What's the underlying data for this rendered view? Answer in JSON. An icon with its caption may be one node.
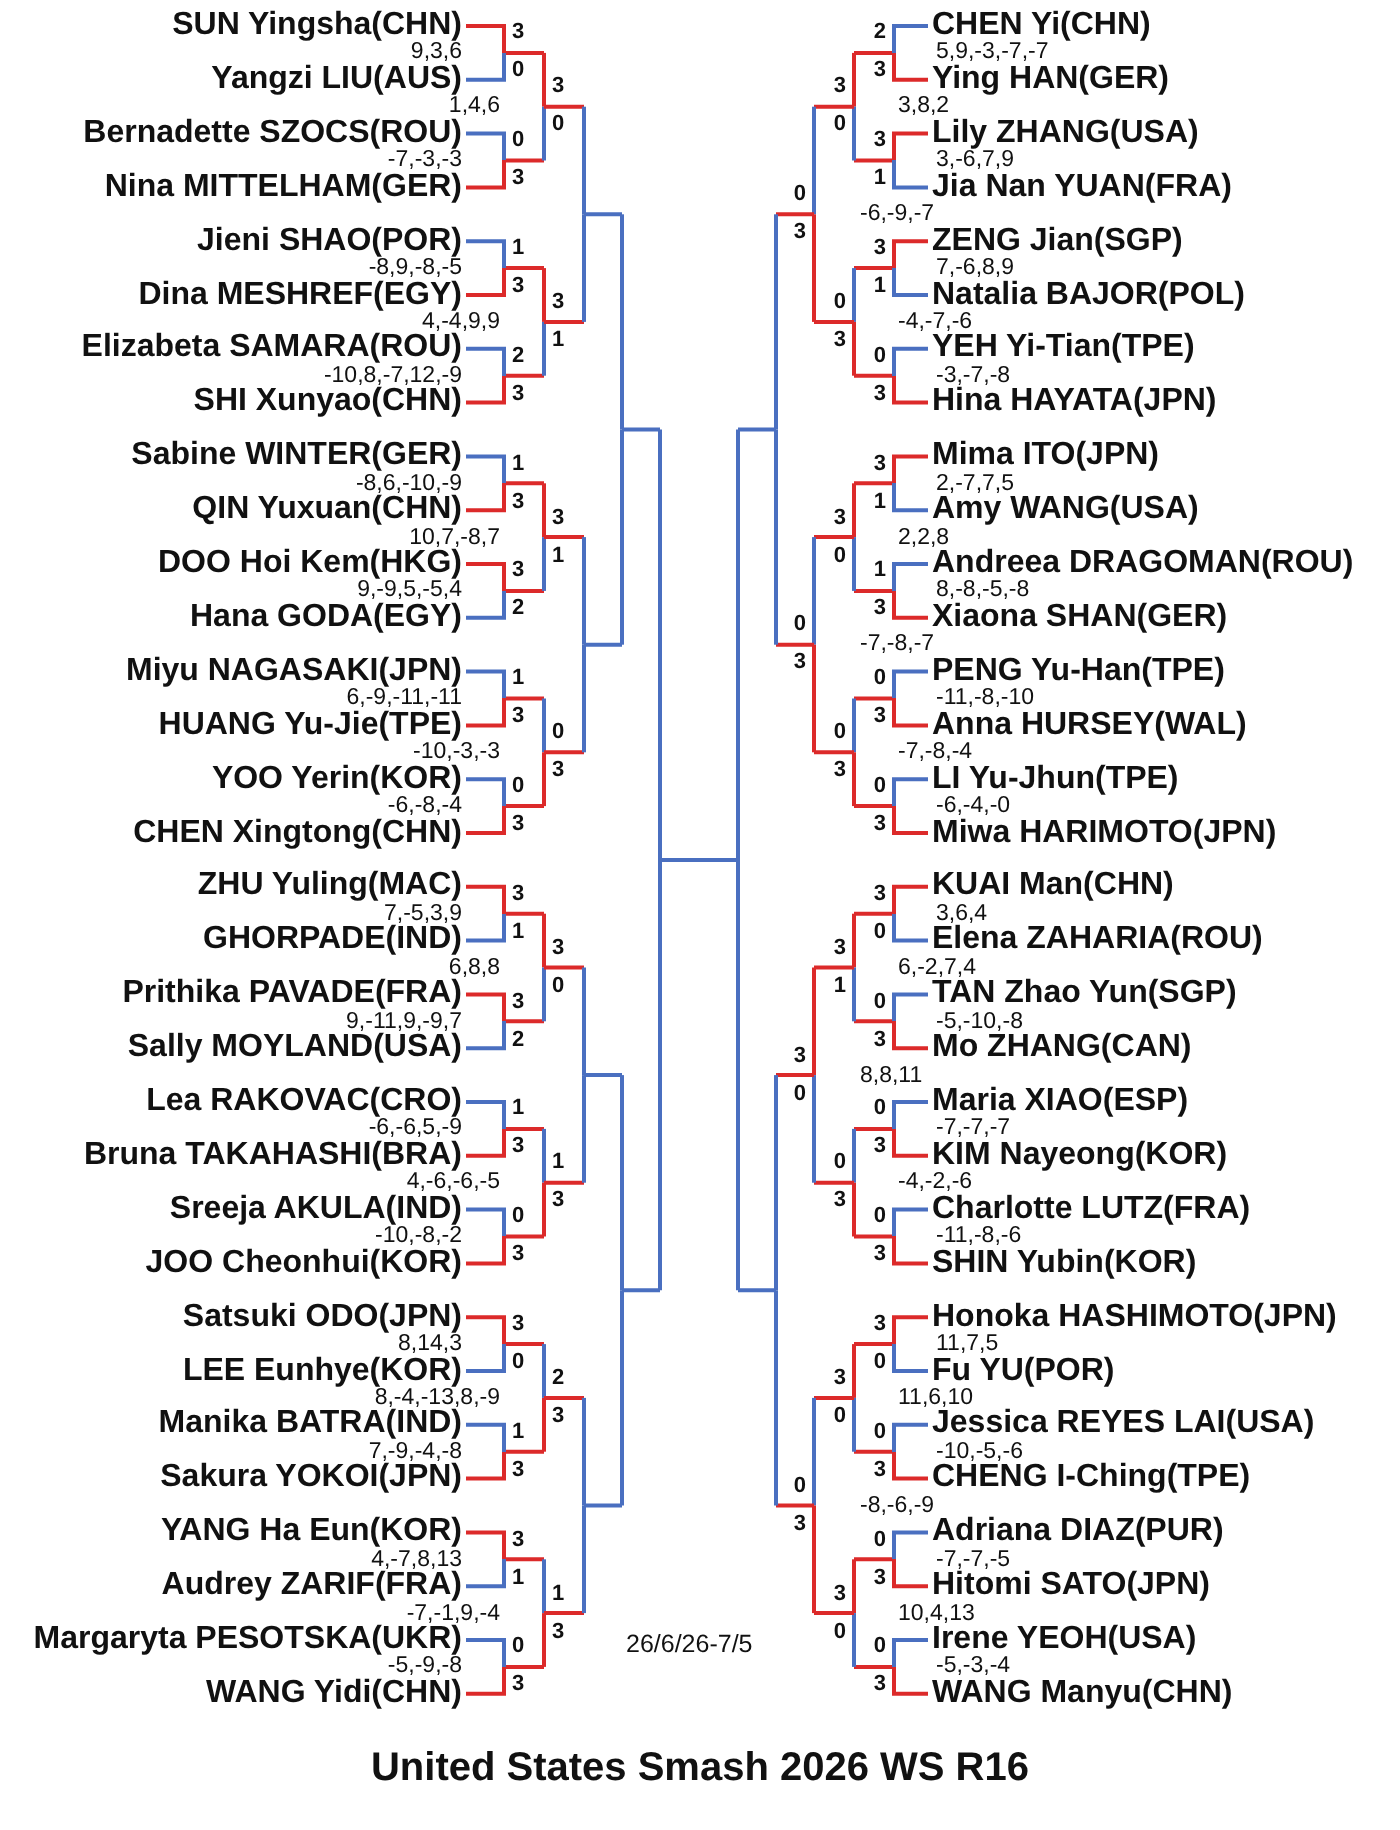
{
  "diagram": {
    "title": "United States Smash 2026 WS R16",
    "nodes": [
      {
        "text": [
          "SUN Yingsha(CHN)"
        ]
      },
      {
        "text": [
          "Yangzi LIU(AUS)"
        ]
      },
      {
        "text": [
          "Bernadette SZOCS(ROU)"
        ]
      },
      {
        "text": [
          "Nina MITTELHAM(GER)"
        ]
      },
      {
        "text": [
          "Jieni SHAO(POR)"
        ]
      },
      {
        "text": [
          "Dina MESHREF(EGY)"
        ]
      },
      {
        "text": [
          "Elizabeta SAMARA(ROU)"
        ]
      },
      {
        "text": [
          "SHI Xunyao(CHN)"
        ]
      },
      {
        "text": [
          "Sabine WINTER(GER)"
        ]
      },
      {
        "text": [
          "QIN Yuxuan(CHN)"
        ]
      },
      {
        "text": [
          "DOO Hoi Kem(HKG)"
        ]
      },
      {
        "text": [
          "Hana GODA(EGY)"
        ]
      },
      {
        "text": [
          "Miyu NAGASAKI(JPN)"
        ]
      },
      {
        "text": [
          "HUANG Yu-Jie(TPE)"
        ]
      },
      {
        "text": [
          "YOO Yerin(KOR)"
        ]
      },
      {
        "text": [
          "CHEN Xingtong(CHN)"
        ]
      },
      {
        "text": [
          "ZHU Yuling(MAC)"
        ]
      },
      {
        "text": [
          "GHORPADE(IND)"
        ]
      },
      {
        "text": [
          "Prithika PAVADE(FRA)"
        ]
      },
      {
        "text": [
          "Sally MOYLAND(USA)"
        ]
      },
      {
        "text": [
          "Lea RAKOVAC(CRO)"
        ]
      },
      {
        "text": [
          "Bruna TAKAHASHI(BRA)"
        ]
      },
      {
        "text": [
          "Sreeja AKULA(IND)"
        ]
      },
      {
        "text": [
          "JOO Cheonhui(KOR)"
        ]
      },
      {
        "text": [
          "Satsuki ODO(JPN)"
        ]
      },
      {
        "text": [
          "LEE Eunhye(KOR)"
        ]
      },
      {
        "text": [
          "Manika BATRA(IND)"
        ]
      },
      {
        "text": [
          "Sakura YOKOI(JPN)"
        ]
      },
      {
        "text": [
          "YANG Ha Eun(KOR)"
        ]
      },
      {
        "text": [
          "Audrey ZARIF(FRA)"
        ]
      },
      {
        "text": [
          "Margaryta PESOTSKA(UKR)"
        ]
      },
      {
        "text": [
          "WANG Yidi(CHN)"
        ]
      },
      {
        "text": [
          "CHEN Yi(CHN)"
        ]
      },
      {
        "text": [
          "Ying HAN(GER)"
        ]
      },
      {
        "text": [
          "Lily ZHANG(USA)"
        ]
      },
      {
        "text": [
          "Jia Nan YUAN(FRA)"
        ]
      },
      {
        "text": [
          "ZENG Jian(SGP)"
        ]
      },
      {
        "text": [
          "Natalia BAJOR(POL)"
        ]
      },
      {
        "text": [
          "YEH Yi-Tian(TPE)"
        ]
      },
      {
        "text": [
          "Hina HAYATA(JPN)"
        ]
      },
      {
        "text": [
          "Mima ITO(JPN)"
        ]
      },
      {
        "text": [
          "Amy WANG(USA)"
        ]
      },
      {
        "text": [
          "Andreea DRAGOMAN(ROU)"
        ]
      },
      {
        "text": [
          "Xiaona SHAN(GER)"
        ]
      },
      {
        "text": [
          "PENG Yu-Han(TPE)"
        ]
      },
      {
        "text": [
          "Anna HURSEY(WAL)"
        ]
      },
      {
        "text": [
          "LI Yu-Jhun(TPE)"
        ]
      },
      {
        "text": [
          "Miwa HARIMOTO(JPN)"
        ]
      },
      {
        "text": [
          "KUAI Man(CHN)"
        ]
      },
      {
        "text": [
          "Elena ZAHARIA(ROU)"
        ]
      },
      {
        "text": [
          "TAN Zhao Yun(SGP)"
        ]
      },
      {
        "text": [
          "Mo ZHANG(CAN)"
        ]
      },
      {
        "text": [
          "Maria XIAO(ESP)"
        ]
      },
      {
        "text": [
          "KIM Nayeong(KOR)"
        ]
      },
      {
        "text": [
          "Charlotte LUTZ(FRA)"
        ]
      },
      {
        "text": [
          "SHIN Yubin(KOR)"
        ]
      },
      {
        "text": [
          "Honoka HASHIMOTO(JPN)"
        ]
      },
      {
        "text": [
          "Fu YU(POR)"
        ]
      },
      {
        "text": [
          "Jessica REYES LAI(USA)"
        ]
      },
      {
        "text": [
          "CHENG I-Ching(TPE)"
        ]
      },
      {
        "text": [
          "Adriana DIAZ(PUR)"
        ]
      },
      {
        "text": [
          "Hitomi SATO(JPN)"
        ]
      },
      {
        "text": [
          "Irene YEOH(USA)"
        ]
      },
      {
        "text": [
          "WANG Manyu(CHN)"
        ]
      }
    ],
    "edges": [
      {
        "from": 0,
        "to": 1,
        "arrow": "none"
      },
      {
        "from": 2,
        "to": 3,
        "arrow": "none"
      },
      {
        "from": 4,
        "to": 5,
        "arrow": "none"
      },
      {
        "from": 6,
        "to": 7,
        "arrow": "none"
      },
      {
        "from": 8,
        "to": 9,
        "arrow": "none"
      },
      {
        "from": 10,
        "to": 11,
        "arrow": "none"
      },
      {
        "from": 12,
        "to": 13,
        "arrow": "none"
      },
      {
        "from": 14,
        "to": 15,
        "arrow": "none"
      },
      {
        "from": 16,
        "to": 17,
        "arrow": "none"
      },
      {
        "from": 18,
        "to": 19,
        "arrow": "none"
      },
      {
        "from": 20,
        "to": 21,
        "arrow": "none"
      },
      {
        "from": 22,
        "to": 23,
        "arrow": "none"
      },
      {
        "from": 24,
        "to": 25,
        "arrow": "none"
      },
      {
        "from": 26,
        "to": 27,
        "arrow": "none"
      },
      {
        "from": 28,
        "to": 29,
        "arrow": "none"
      },
      {
        "from": 30,
        "to": 31,
        "arrow": "none"
      },
      {
        "from": 32,
        "to": 33,
        "arrow": "none"
      },
      {
        "from": 34,
        "to": 35,
        "arrow": "none"
      },
      {
        "from": 36,
        "to": 37,
        "arrow": "none"
      },
      {
        "from": 38,
        "to": 39,
        "arrow": "none"
      },
      {
        "from": 40,
        "to": 41,
        "arrow": "none"
      },
      {
        "from": 42,
        "to": 43,
        "arrow": "none"
      },
      {
        "from": 44,
        "to": 45,
        "arrow": "none"
      },
      {
        "from": 46,
        "to": 47,
        "arrow": "none"
      },
      {
        "from": 48,
        "to": 49,
        "arrow": "none"
      },
      {
        "from": 50,
        "to": 51,
        "arrow": "none"
      },
      {
        "from": 52,
        "to": 53,
        "arrow": "none"
      },
      {
        "from": 54,
        "to": 55,
        "arrow": "none"
      },
      {
        "from": 56,
        "to": 57,
        "arrow": "none"
      },
      {
        "from": 58,
        "to": 59,
        "arrow": "none"
      },
      {
        "from": 60,
        "to": 61,
        "arrow": "none"
      },
      {
        "from": 62,
        "to": 63,
        "arrow": "none"
      }
    ],
    "labels": [
      "3",
      "9,3,6",
      "0",
      "0",
      "-7,-3,-3",
      "3",
      "1",
      "-8,9,-8,-5",
      "3",
      "2",
      "-10,8,-7,12,-9",
      "3",
      "1",
      "-8,6,-10,-9",
      "3",
      "3",
      "9,-9,5,-5,4",
      "2",
      "1",
      "6,-9,-11,-11",
      "3",
      "0",
      "-6,-8,-4",
      "3",
      "3",
      "7,-5,3,9",
      "1",
      "3",
      "9,-11,9,-9,7",
      "2",
      "1",
      "-6,-6,5,-9",
      "3",
      "0",
      "-10,-8,-2",
      "3",
      "3",
      "8,14,3",
      "0",
      "1",
      "7,-9,-4,-8",
      "3",
      "3",
      "4,-7,8,13",
      "1",
      "0",
      "-5,-9,-8",
      "3",
      "3",
      "1,4,6",
      "0",
      "3",
      "4,-4,9,9",
      "1",
      "3",
      "10,7,-8,7",
      "1",
      "0",
      "-10,-3,-3",
      "3",
      "3",
      "6,8,8",
      "0",
      "1",
      "4,-6,-6,-5",
      "3",
      "2",
      "8,-4,-13,8,-9",
      "3",
      "1",
      "-7,-1,9,-4",
      "3",
      "2",
      "5,9,-3,-7,-7",
      "3",
      "3",
      "3,-6,7,9",
      "1",
      "3",
      "7,-6,8,9",
      "1",
      "0",
      "-3,-7,-8",
      "3",
      "3",
      "2,-7,7,5",
      "1",
      "1",
      "8,-8,-5,-8",
      "3",
      "0",
      "-11,-8,-10",
      "3",
      "0",
      "-6,-4,-0",
      "3",
      "3",
      "3,6,4",
      "0",
      "0",
      "-5,-10,-8",
      "3",
      "0",
      "-7,-7,-7",
      "3",
      "0",
      "-11,-8,-6",
      "3",
      "3",
      "11,7,5",
      "0",
      "0",
      "-10,-5,-6",
      "3",
      "0",
      "-7,-7,-5",
      "3",
      "0",
      "-5,-3,-4",
      "3",
      "3",
      "3,8,2",
      "0",
      "0",
      "-4,-7,-6",
      "3",
      "3",
      "2,2,8",
      "0",
      "0",
      "-7,-8,-4",
      "3",
      "3",
      "6,-2,7,4",
      "1",
      "0",
      "-4,-2,-6",
      "3",
      "3",
      "11,6,10",
      "0",
      "3",
      "10,4,13",
      "0",
      "0",
      "-6,-9,-7",
      "3",
      "0",
      "-7,-8,-7",
      "3",
      "3",
      "8,8,11",
      "0",
      "0",
      "-8,-6,-9",
      "3",
      "26/6/26-7/5"
    ]
  }
}
